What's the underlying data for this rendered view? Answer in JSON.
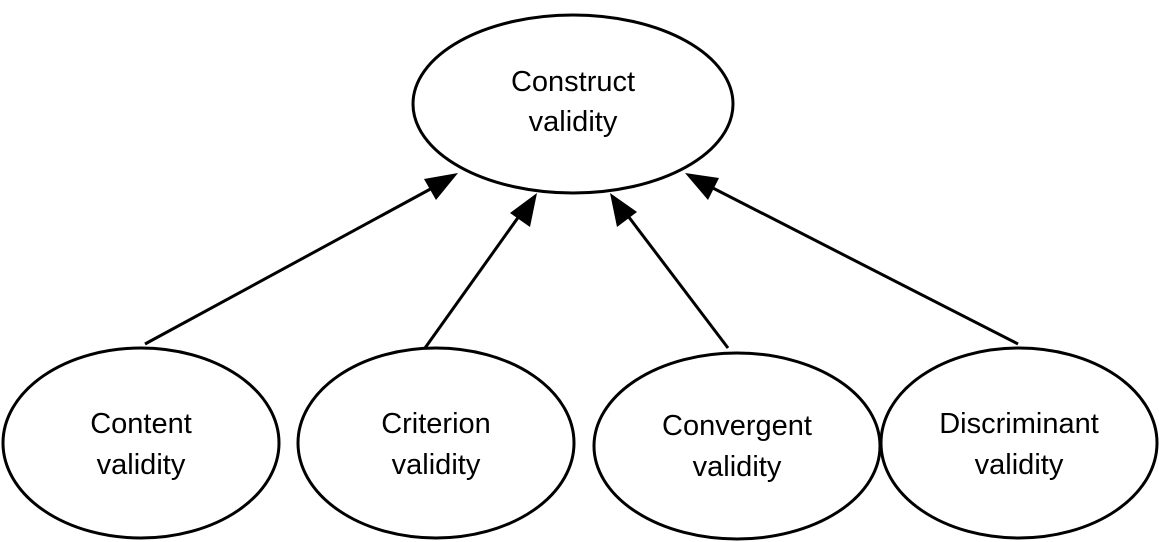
{
  "diagram": {
    "top": {
      "line1": "Construct",
      "line2": "validity"
    },
    "bottom": [
      {
        "id": "content",
        "line1": "Content",
        "line2": "validity"
      },
      {
        "id": "criterion",
        "line1": "Criterion",
        "line2": "validity"
      },
      {
        "id": "convergent",
        "line1": "Convergent",
        "line2": "validity"
      },
      {
        "id": "discriminant",
        "line1": "Discriminant",
        "line2": "validity"
      }
    ]
  }
}
